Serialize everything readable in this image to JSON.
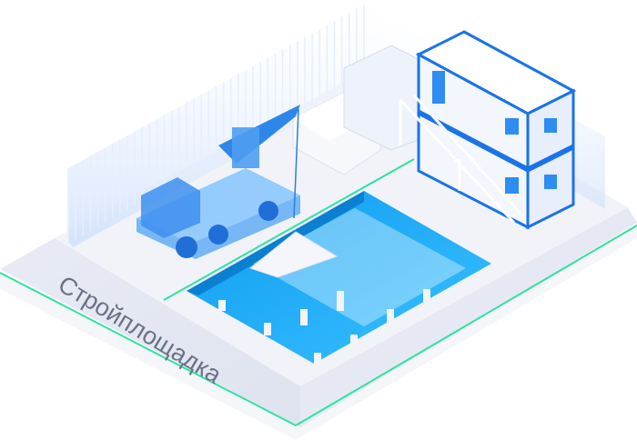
{
  "scene": {
    "label": "Стройплощадка",
    "colors": {
      "accent_green": "#2ee3a0",
      "pit_blue": "#1ea8f0",
      "container_blue": "#1a73e8",
      "platform": "#eef1f8",
      "fence": "#cfe0fb"
    },
    "objects": [
      "fence",
      "crane-truck",
      "stacked-panels",
      "foundation-pit",
      "modular-cabins",
      "stairs"
    ]
  }
}
